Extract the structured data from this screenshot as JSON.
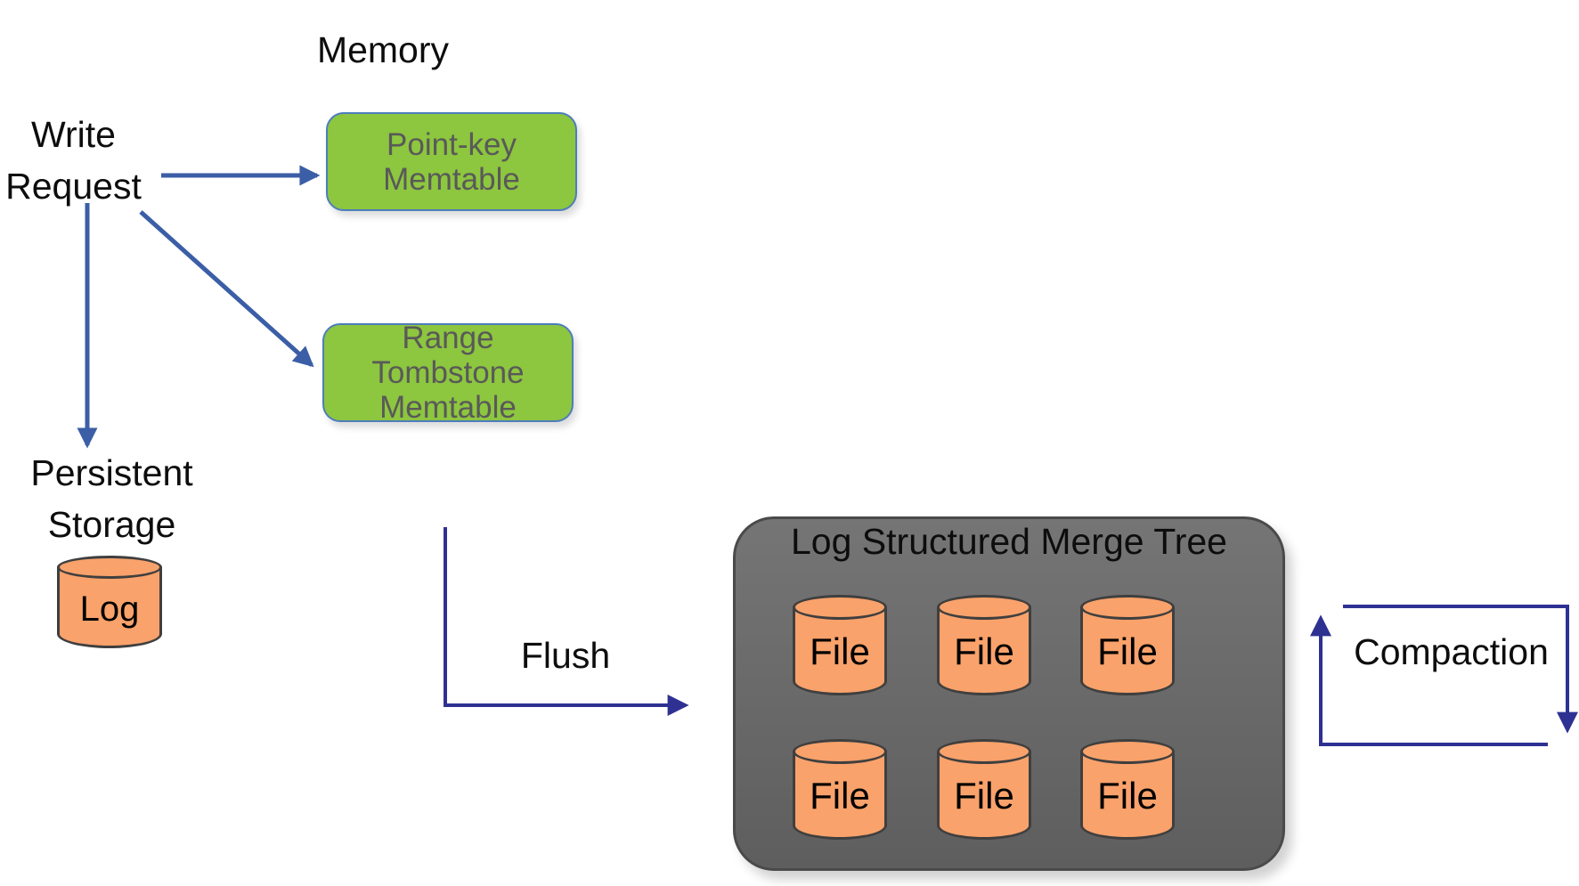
{
  "colors": {
    "label_color": "#0d0d0d",
    "green_box_fill": "#8DC63F",
    "green_box_border": "#4D7EBB",
    "green_box_text": "#595959",
    "orange_fill": "#F9A26B",
    "cylinder_border": "#3F3F3F",
    "gray_box_top": "#757575",
    "gray_box_bottom": "#5E5E5E",
    "gray_box_border": "#4A4A4A",
    "write_arrow": "#3B5EA6",
    "cycle_arrow": "#2E3192"
  },
  "labels": {
    "memory": "Memory",
    "write_request": "Write Request",
    "persistent_storage": "Persistent Storage",
    "flush": "Flush",
    "compaction": "Compaction"
  },
  "memtables": [
    {
      "label": "Point-key Memtable"
    },
    {
      "label": "Range Tombstone Memtable"
    }
  ],
  "log": {
    "label": "Log"
  },
  "lsm": {
    "title": "Log Structured Merge Tree",
    "files": [
      {
        "label": "File"
      },
      {
        "label": "File"
      },
      {
        "label": "File"
      },
      {
        "label": "File"
      },
      {
        "label": "File"
      },
      {
        "label": "File"
      }
    ]
  }
}
